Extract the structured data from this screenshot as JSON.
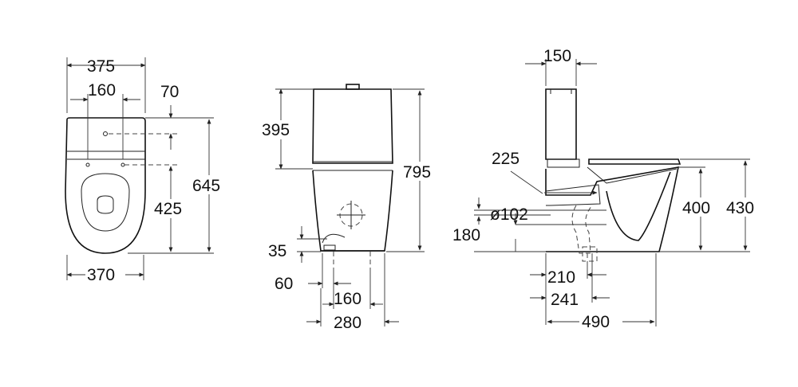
{
  "top_view": {
    "width_overall": "375",
    "hole_spacing": "160",
    "rear_offset": "70",
    "depth_overall": "645",
    "fixing_depth": "425",
    "bowl_width": "370"
  },
  "front_view": {
    "cistern_height": "395",
    "overall_height": "795",
    "inlet_height": "35",
    "inlet_offset": "60",
    "fixing_spacing": "160",
    "base_width": "280"
  },
  "side_view": {
    "cistern_depth": "150",
    "pan_connector": "225",
    "outlet_diameter": "ø102",
    "outlet_height": "180",
    "rim_height": "400",
    "seat_height": "430",
    "outlet_210": "210",
    "outlet_241": "241",
    "overall_depth": "490"
  }
}
